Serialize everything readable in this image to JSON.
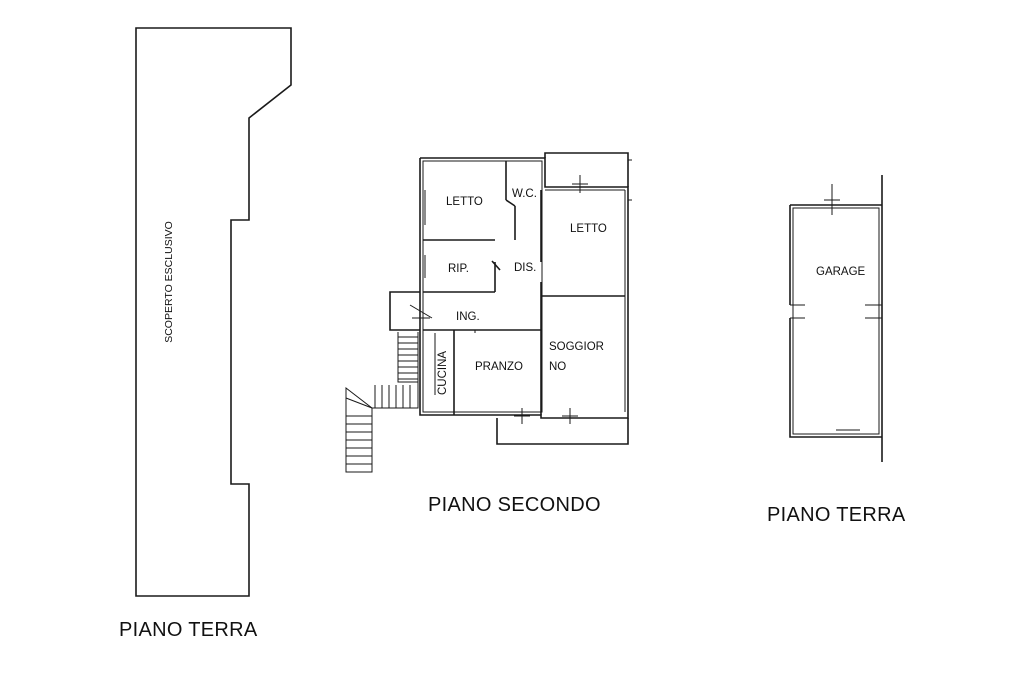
{
  "captions": {
    "left": "PIANO TERRA",
    "center": "PIANO SECONDO",
    "right": "PIANO TERRA"
  },
  "rooms": {
    "scoperto": "SCOPERTO ESCLUSIVO",
    "letto_1": "LETTO",
    "wc": "W.C.",
    "letto_2": "LETTO",
    "rip": "RIP.",
    "dis": "DIS.",
    "ing": "ING.",
    "cucina": "CUCINA",
    "pranzo": "PRANZO",
    "soggiorno_1": "SOGGIOR",
    "soggiorno_2": "NO",
    "garage": "GARAGE"
  }
}
